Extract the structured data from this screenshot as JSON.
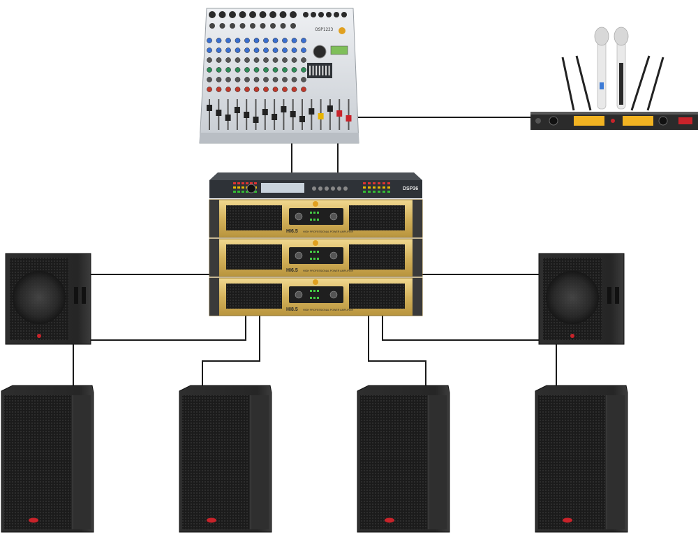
{
  "mixer": {
    "model": "DSP1223"
  },
  "processor": {
    "model": "DSP36"
  },
  "amplifiers": [
    {
      "model": "HI6.5",
      "subtitle": "HIGH PROFESSIONAL POWER AMPLIFIER"
    },
    {
      "model": "HI6.5",
      "subtitle": "HIGH PROFESSIONAL POWER AMPLIFIER"
    },
    {
      "model": "HI8.5",
      "subtitle": "HIGH PROFESSIONAL POWER AMPLIFIER"
    }
  ],
  "colors": {
    "wire": "#1a1a1a",
    "amp_gold": "#d8b865",
    "speaker_body": "#2a2a2a",
    "mixer_body": "#d9dde2",
    "receiver_display": "#f2b322",
    "brand_red": "#c8232a"
  },
  "icons": [
    "mixer-image",
    "wireless-receiver-image",
    "microphone-image",
    "processor-image",
    "amplifier-image",
    "subwoofer-image",
    "loudspeaker-image",
    "brand-logo-icon"
  ]
}
